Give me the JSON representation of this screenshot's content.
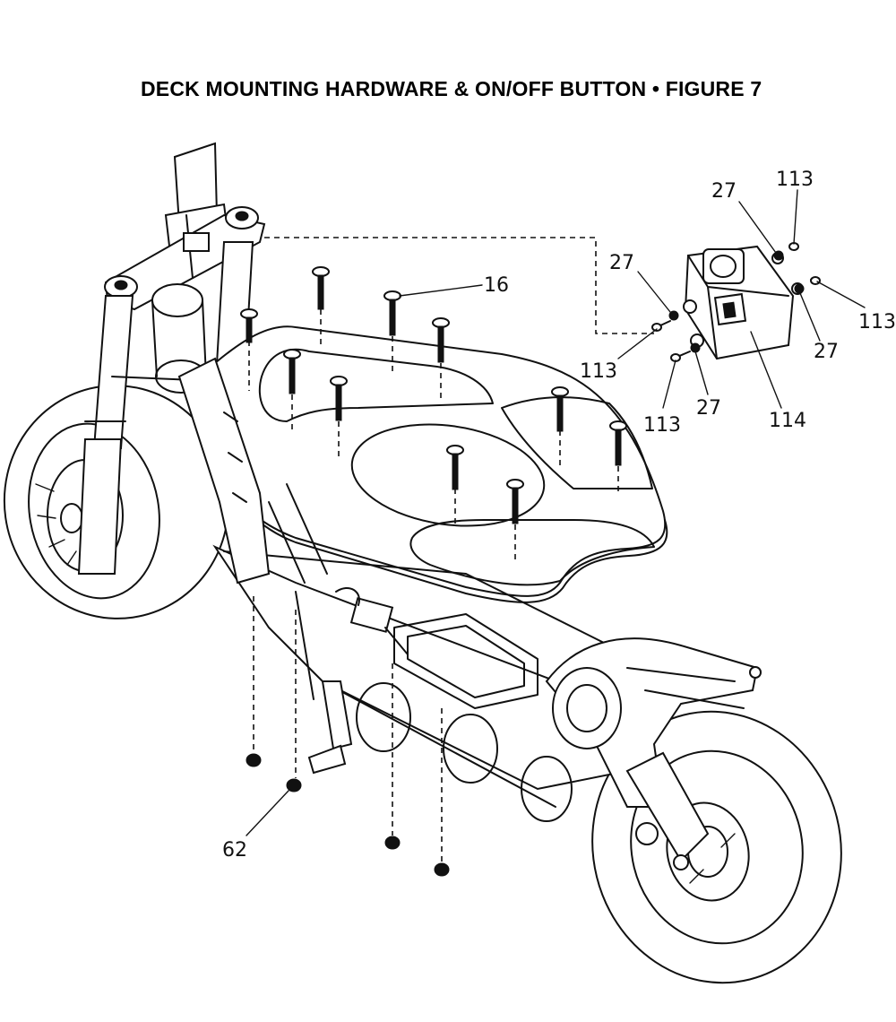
{
  "figure": {
    "title": "DECK MOUNTING HARDWARE & ON/OFF BUTTON  •  FIGURE 7"
  },
  "callouts": {
    "c16": "16",
    "c27_top": "27",
    "c113_top": "113",
    "c27_left": "27",
    "c113_right": "113",
    "c27_right": "27",
    "c113_left": "113",
    "c113_bottom": "113",
    "c27_bottom": "27",
    "c114": "114",
    "c62": "62"
  }
}
